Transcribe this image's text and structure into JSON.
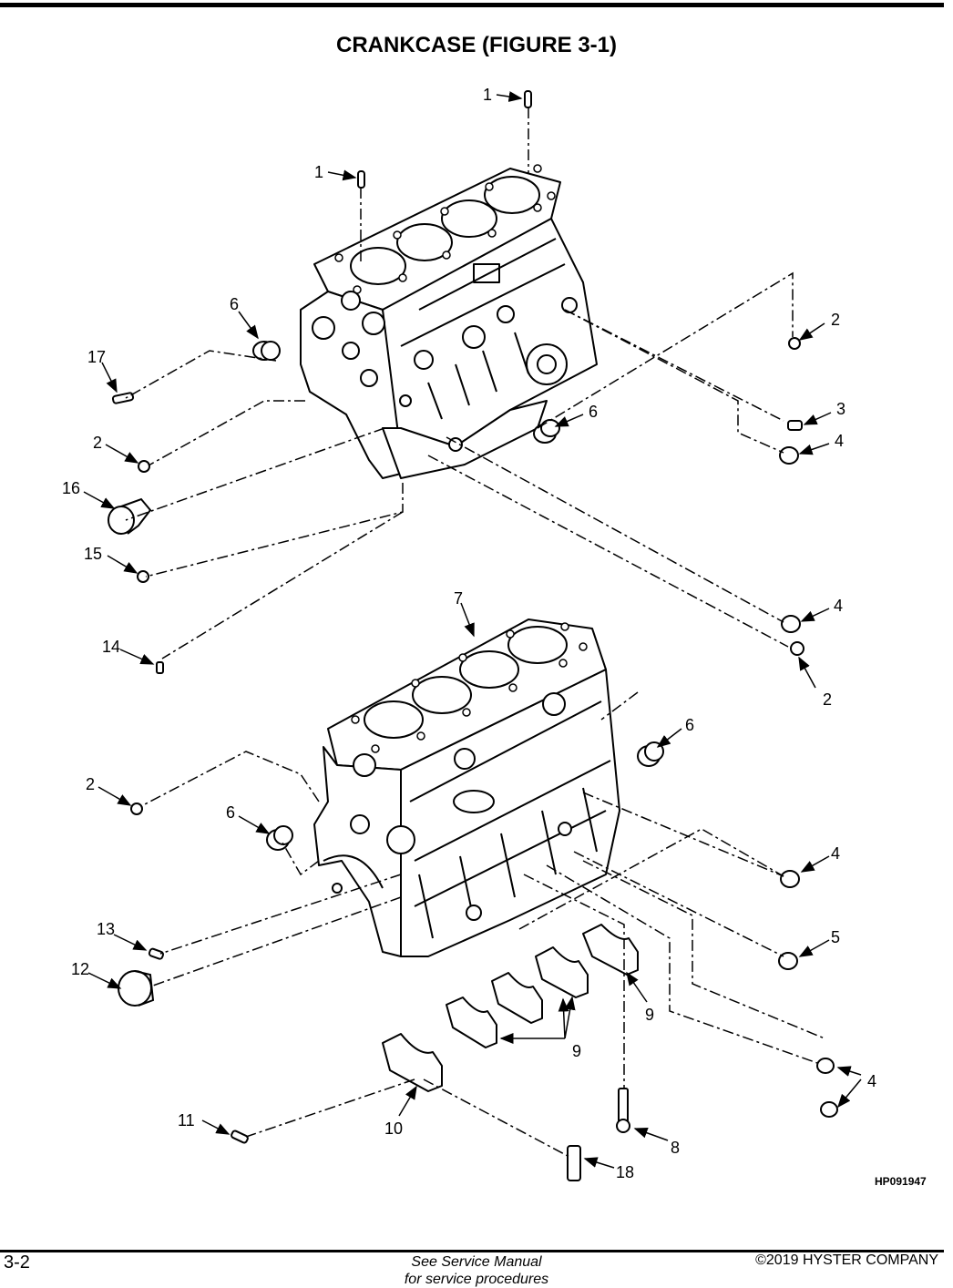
{
  "title": "CRANKCASE (FIGURE 3-1)",
  "callouts": [
    {
      "id": "c1a",
      "label": "1"
    },
    {
      "id": "c1b",
      "label": "1"
    },
    {
      "id": "c2a",
      "label": "2"
    },
    {
      "id": "c3",
      "label": "3"
    },
    {
      "id": "c4a",
      "label": "4"
    },
    {
      "id": "c6a",
      "label": "6"
    },
    {
      "id": "c6b",
      "label": "6"
    },
    {
      "id": "c17",
      "label": "17"
    },
    {
      "id": "c2b",
      "label": "2"
    },
    {
      "id": "c16",
      "label": "16"
    },
    {
      "id": "c15",
      "label": "15"
    },
    {
      "id": "c7",
      "label": "7"
    },
    {
      "id": "c14",
      "label": "14"
    },
    {
      "id": "c4b",
      "label": "4"
    },
    {
      "id": "c2c",
      "label": "2"
    },
    {
      "id": "c6c",
      "label": "6"
    },
    {
      "id": "c2d",
      "label": "2"
    },
    {
      "id": "c6d",
      "label": "6"
    },
    {
      "id": "c4c",
      "label": "4"
    },
    {
      "id": "c13",
      "label": "13"
    },
    {
      "id": "c5",
      "label": "5"
    },
    {
      "id": "c12",
      "label": "12"
    },
    {
      "id": "c9a",
      "label": "9"
    },
    {
      "id": "c9b",
      "label": "9"
    },
    {
      "id": "c4d",
      "label": "4"
    },
    {
      "id": "c11",
      "label": "11"
    },
    {
      "id": "c10",
      "label": "10"
    },
    {
      "id": "c8",
      "label": "8"
    },
    {
      "id": "c18",
      "label": "18"
    }
  ],
  "figure_code": "HP091947",
  "footer": {
    "page_number": "3-2",
    "reference": "See Service Manual",
    "reference_cont": "for service procedures",
    "copyright": "©2019 HYSTER COMPANY"
  }
}
